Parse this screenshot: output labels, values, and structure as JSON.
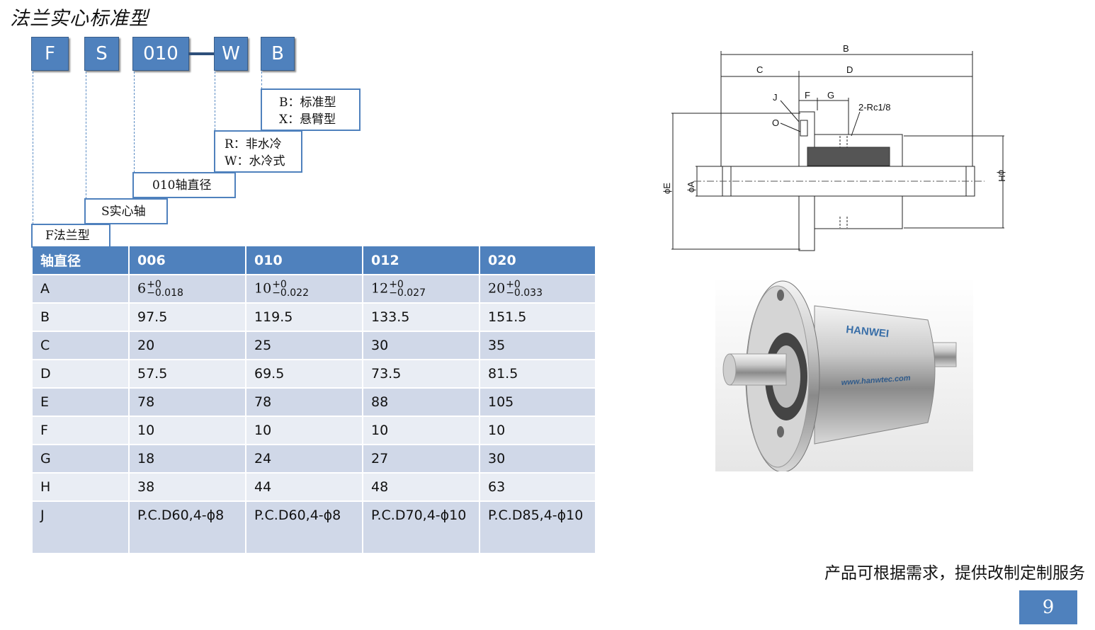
{
  "title": "法兰实心标准型",
  "model_code": {
    "segments": [
      "F",
      "S",
      "010",
      "W",
      "B"
    ]
  },
  "legend": {
    "type_B": "B：标准型",
    "type_X": "X：悬臂型",
    "cool_R": "R：非水冷",
    "cool_W": "W：水冷式",
    "shaft_dia": "010轴直径",
    "solid": "S实心轴",
    "flange": "F法兰型"
  },
  "table": {
    "headers": [
      "轴直径",
      "006",
      "010",
      "012",
      "020"
    ],
    "row_A": {
      "label": "A",
      "cells": [
        {
          "base": "6",
          "upper": "+0",
          "lower": "−0.018"
        },
        {
          "base": "10",
          "upper": "+0",
          "lower": "−0.022"
        },
        {
          "base": "12",
          "upper": "+0",
          "lower": "−0.027"
        },
        {
          "base": "20",
          "upper": "+0",
          "lower": "−0.033"
        }
      ]
    },
    "rows": [
      {
        "label": "B",
        "values": [
          "97.5",
          "119.5",
          "133.5",
          "151.5"
        ]
      },
      {
        "label": "C",
        "values": [
          "20",
          "25",
          "30",
          "35"
        ]
      },
      {
        "label": "D",
        "values": [
          "57.5",
          "69.5",
          "73.5",
          "81.5"
        ]
      },
      {
        "label": "E",
        "values": [
          "78",
          "78",
          "88",
          "105"
        ]
      },
      {
        "label": "F",
        "values": [
          "10",
          "10",
          "10",
          "10"
        ]
      },
      {
        "label": "G",
        "values": [
          "18",
          "24",
          "27",
          "30"
        ]
      },
      {
        "label": "H",
        "values": [
          "38",
          "44",
          "48",
          "63"
        ]
      },
      {
        "label": "J",
        "values": [
          "P.C.D60,4-ϕ8",
          "P.C.D60,4-ϕ8",
          "P.C.D70,4-ϕ10",
          "P.C.D85,4-ϕ10"
        ]
      }
    ]
  },
  "drawing": {
    "labels": {
      "B": "B",
      "C": "C",
      "D": "D",
      "J": "J",
      "F": "F",
      "G": "G",
      "O": "O",
      "rc": "2-Rc1/8",
      "E": "ϕE",
      "A": "ϕA",
      "H": "ϕH"
    }
  },
  "photo": {
    "brand": "HANWEI",
    "website": "www.hanwtec.com"
  },
  "footer": "产品可根据需求，提供改制定制服务",
  "page_number": "9",
  "colors": {
    "accent": "#4f81bd",
    "header_row": "#4f81bd",
    "row_odd": "#d0d8e8",
    "row_even": "#e9edf4"
  }
}
